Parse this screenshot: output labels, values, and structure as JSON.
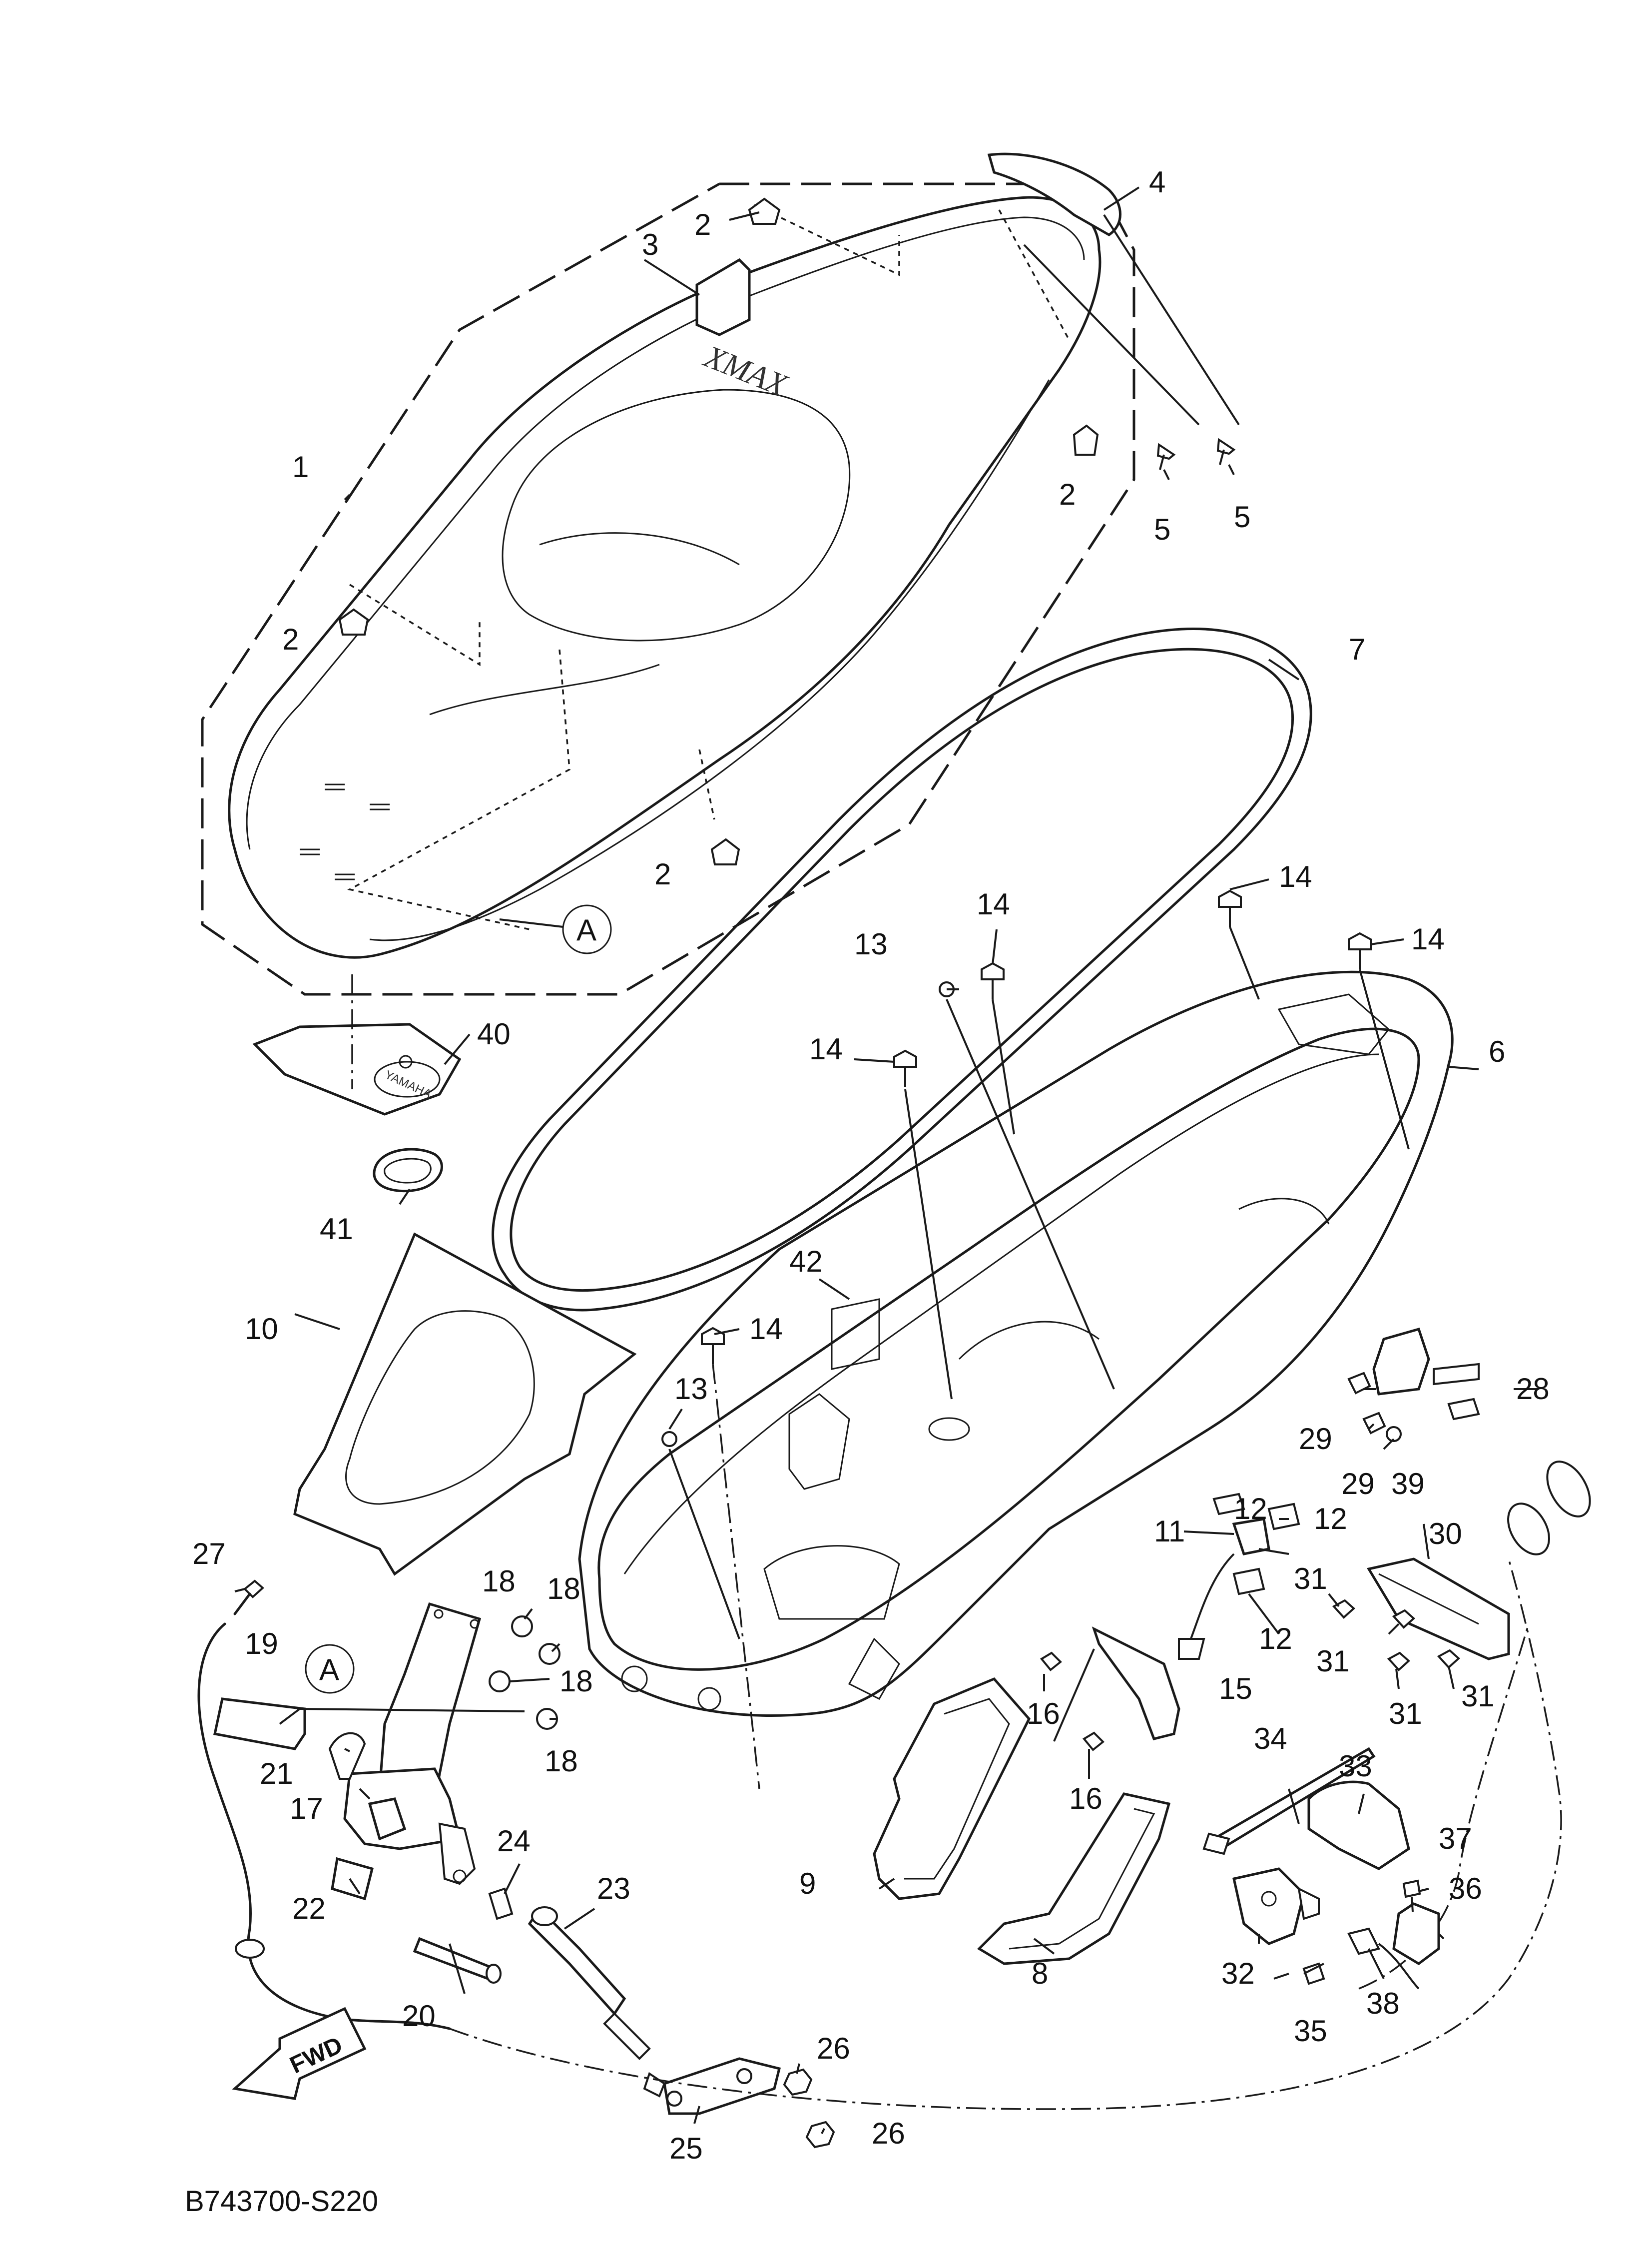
{
  "diagram": {
    "drawing_code": "B743700-S220",
    "direction_label": "FWD",
    "seat_logo": "XMAX",
    "pocket_logo": "YAMAHA",
    "reference_marks": [
      "A",
      "A"
    ],
    "callouts": [
      "1",
      "2",
      "2",
      "2",
      "2",
      "3",
      "4",
      "5",
      "5",
      "6",
      "7",
      "8",
      "9",
      "10",
      "11",
      "12",
      "12",
      "12",
      "13",
      "13",
      "14",
      "14",
      "14",
      "14",
      "14",
      "15",
      "16",
      "16",
      "17",
      "18",
      "18",
      "18",
      "18",
      "19",
      "20",
      "21",
      "22",
      "23",
      "24",
      "25",
      "26",
      "26",
      "27",
      "28",
      "29",
      "29",
      "30",
      "31",
      "31",
      "31",
      "31",
      "32",
      "33",
      "34",
      "35",
      "36",
      "37",
      "38",
      "39",
      "40",
      "41",
      "42"
    ]
  }
}
